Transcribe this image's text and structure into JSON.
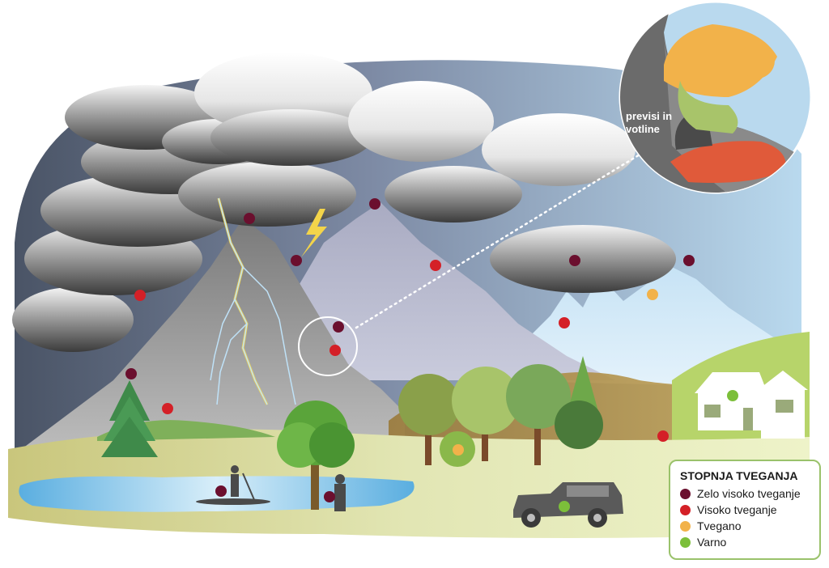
{
  "callout": {
    "label": "previsi in votline"
  },
  "legend": {
    "title": "STOPNJA TVEGANJA",
    "items": [
      {
        "label": "Zelo visoko tveganje",
        "color": "#6b0f2e"
      },
      {
        "label": "Visoko tveganje",
        "color": "#d42027"
      },
      {
        "label": "Tvegano",
        "color": "#f2b24a"
      },
      {
        "label": "Varno",
        "color": "#7cbf3a"
      }
    ]
  },
  "colors": {
    "very_high": "#6b0f2e",
    "high": "#d42027",
    "risky": "#f2b24a",
    "safe": "#7cbf3a",
    "sky": "#8fa6c4",
    "lake": "#8ac6e8",
    "ground": "#d8dc9a"
  }
}
